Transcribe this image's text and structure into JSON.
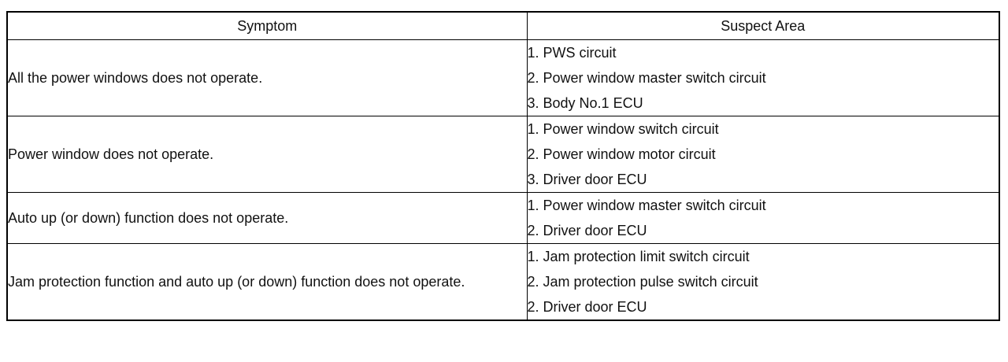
{
  "table": {
    "headers": {
      "symptom": "Symptom",
      "suspect_area": "Suspect Area"
    },
    "rows": [
      {
        "symptom": "All the power windows does not operate.",
        "suspect_areas": [
          "1. PWS circuit",
          "2. Power window master switch circuit",
          "3. Body No.1 ECU"
        ]
      },
      {
        "symptom": "Power window does not operate.",
        "suspect_areas": [
          "1. Power window switch circuit",
          "2. Power window motor circuit",
          "3. Driver door ECU"
        ]
      },
      {
        "symptom": "Auto up (or down) function does not operate.",
        "suspect_areas": [
          "1. Power window master switch circuit",
          "2. Driver door ECU"
        ]
      },
      {
        "symptom": "Jam protection function and auto up (or down) function does not operate.",
        "suspect_areas": [
          "1. Jam protection limit switch circuit",
          "2. Jam protection pulse switch circuit",
          "2. Driver door ECU"
        ]
      }
    ]
  }
}
